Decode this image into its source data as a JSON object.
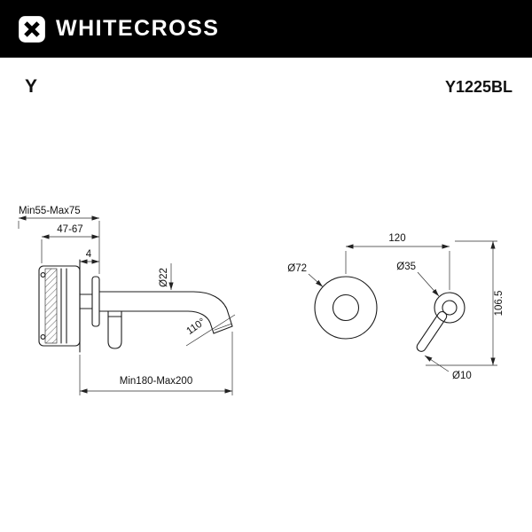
{
  "header": {
    "brand": "WHITECROSS",
    "logo_icon": "whitecross-x-mark"
  },
  "model": {
    "series": "Y",
    "code": "Y1225BL"
  },
  "colors": {
    "header_bg": "#000000",
    "header_text": "#ffffff",
    "line": "#1c1c1c",
    "page_bg": "#ffffff"
  },
  "drawing": {
    "side_view": {
      "rough_in_depth": "Min55-Max75",
      "trim_projection": "47-67",
      "plate_offset": "4",
      "spout_diameter": "Ø22",
      "spout_angle": "110°",
      "spout_reach": "Min180-Max200"
    },
    "front_view": {
      "center_distance": "120",
      "plate_diameter": "Ø72",
      "handle_diameter": "Ø35",
      "handle_height": "106.5",
      "lever_tip_diameter": "Ø10"
    }
  }
}
